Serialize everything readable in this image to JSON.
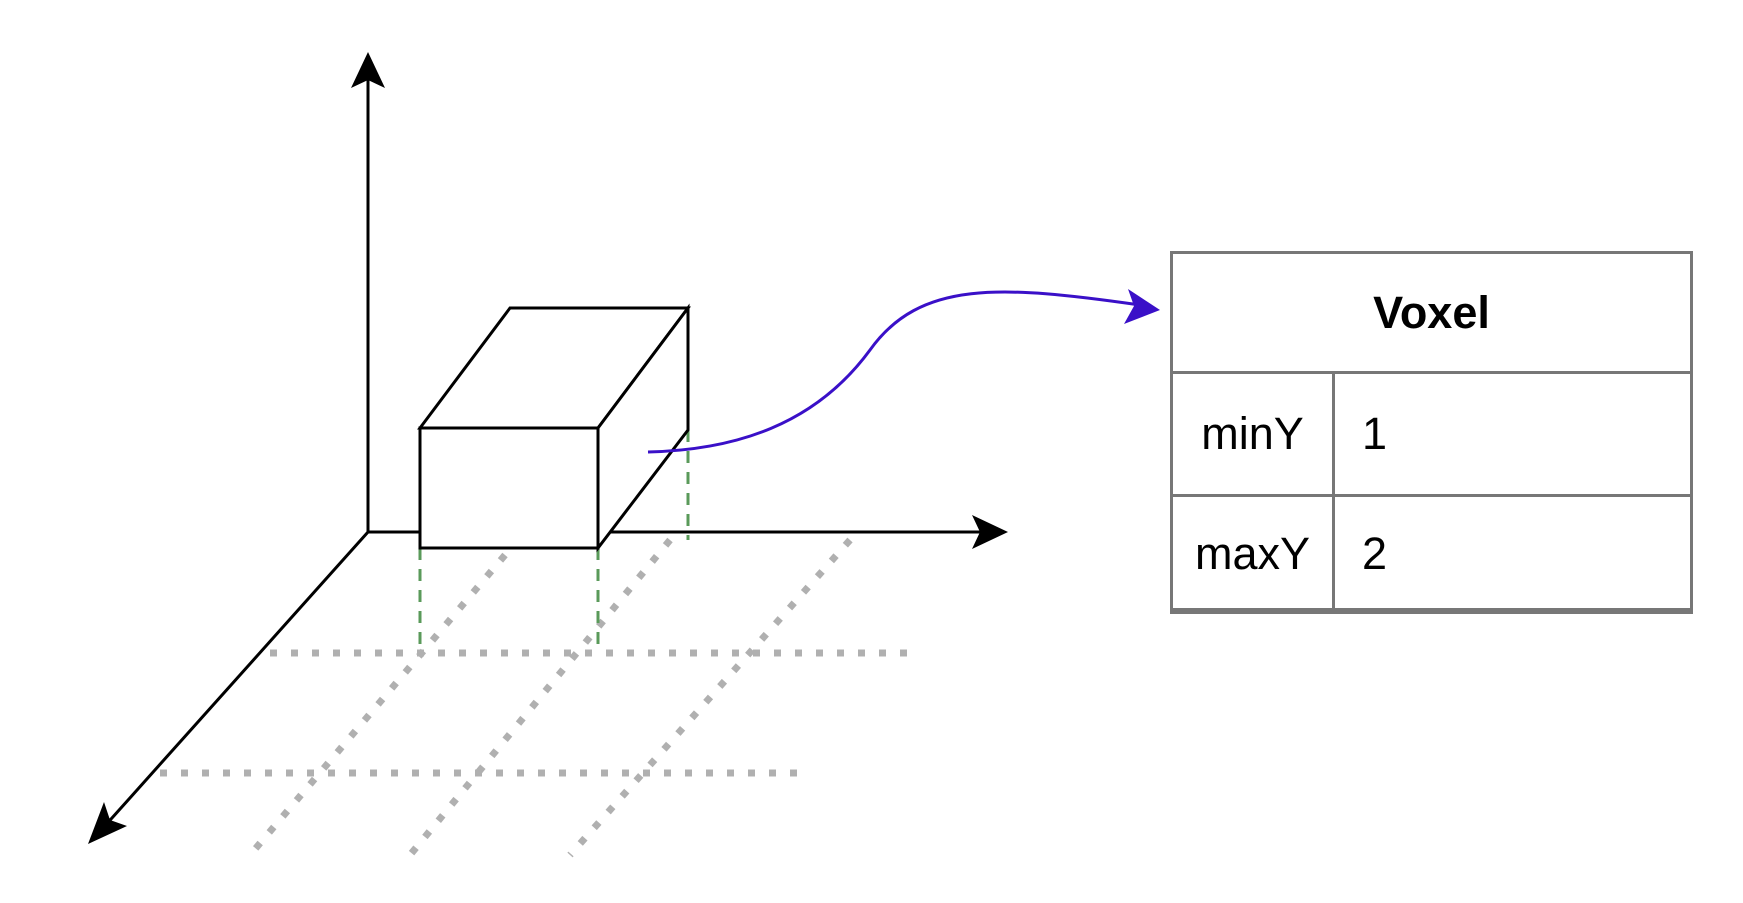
{
  "colors": {
    "axis": "#000000",
    "ground_grid": "#b0b0b0",
    "projection": "#5a9a5a",
    "connector": "#3a10c8",
    "table_border": "#777777"
  },
  "voxel_table": {
    "title": "Voxel",
    "rows": [
      {
        "key": "minY",
        "value": "1"
      },
      {
        "key": "maxY",
        "value": "2"
      }
    ]
  }
}
